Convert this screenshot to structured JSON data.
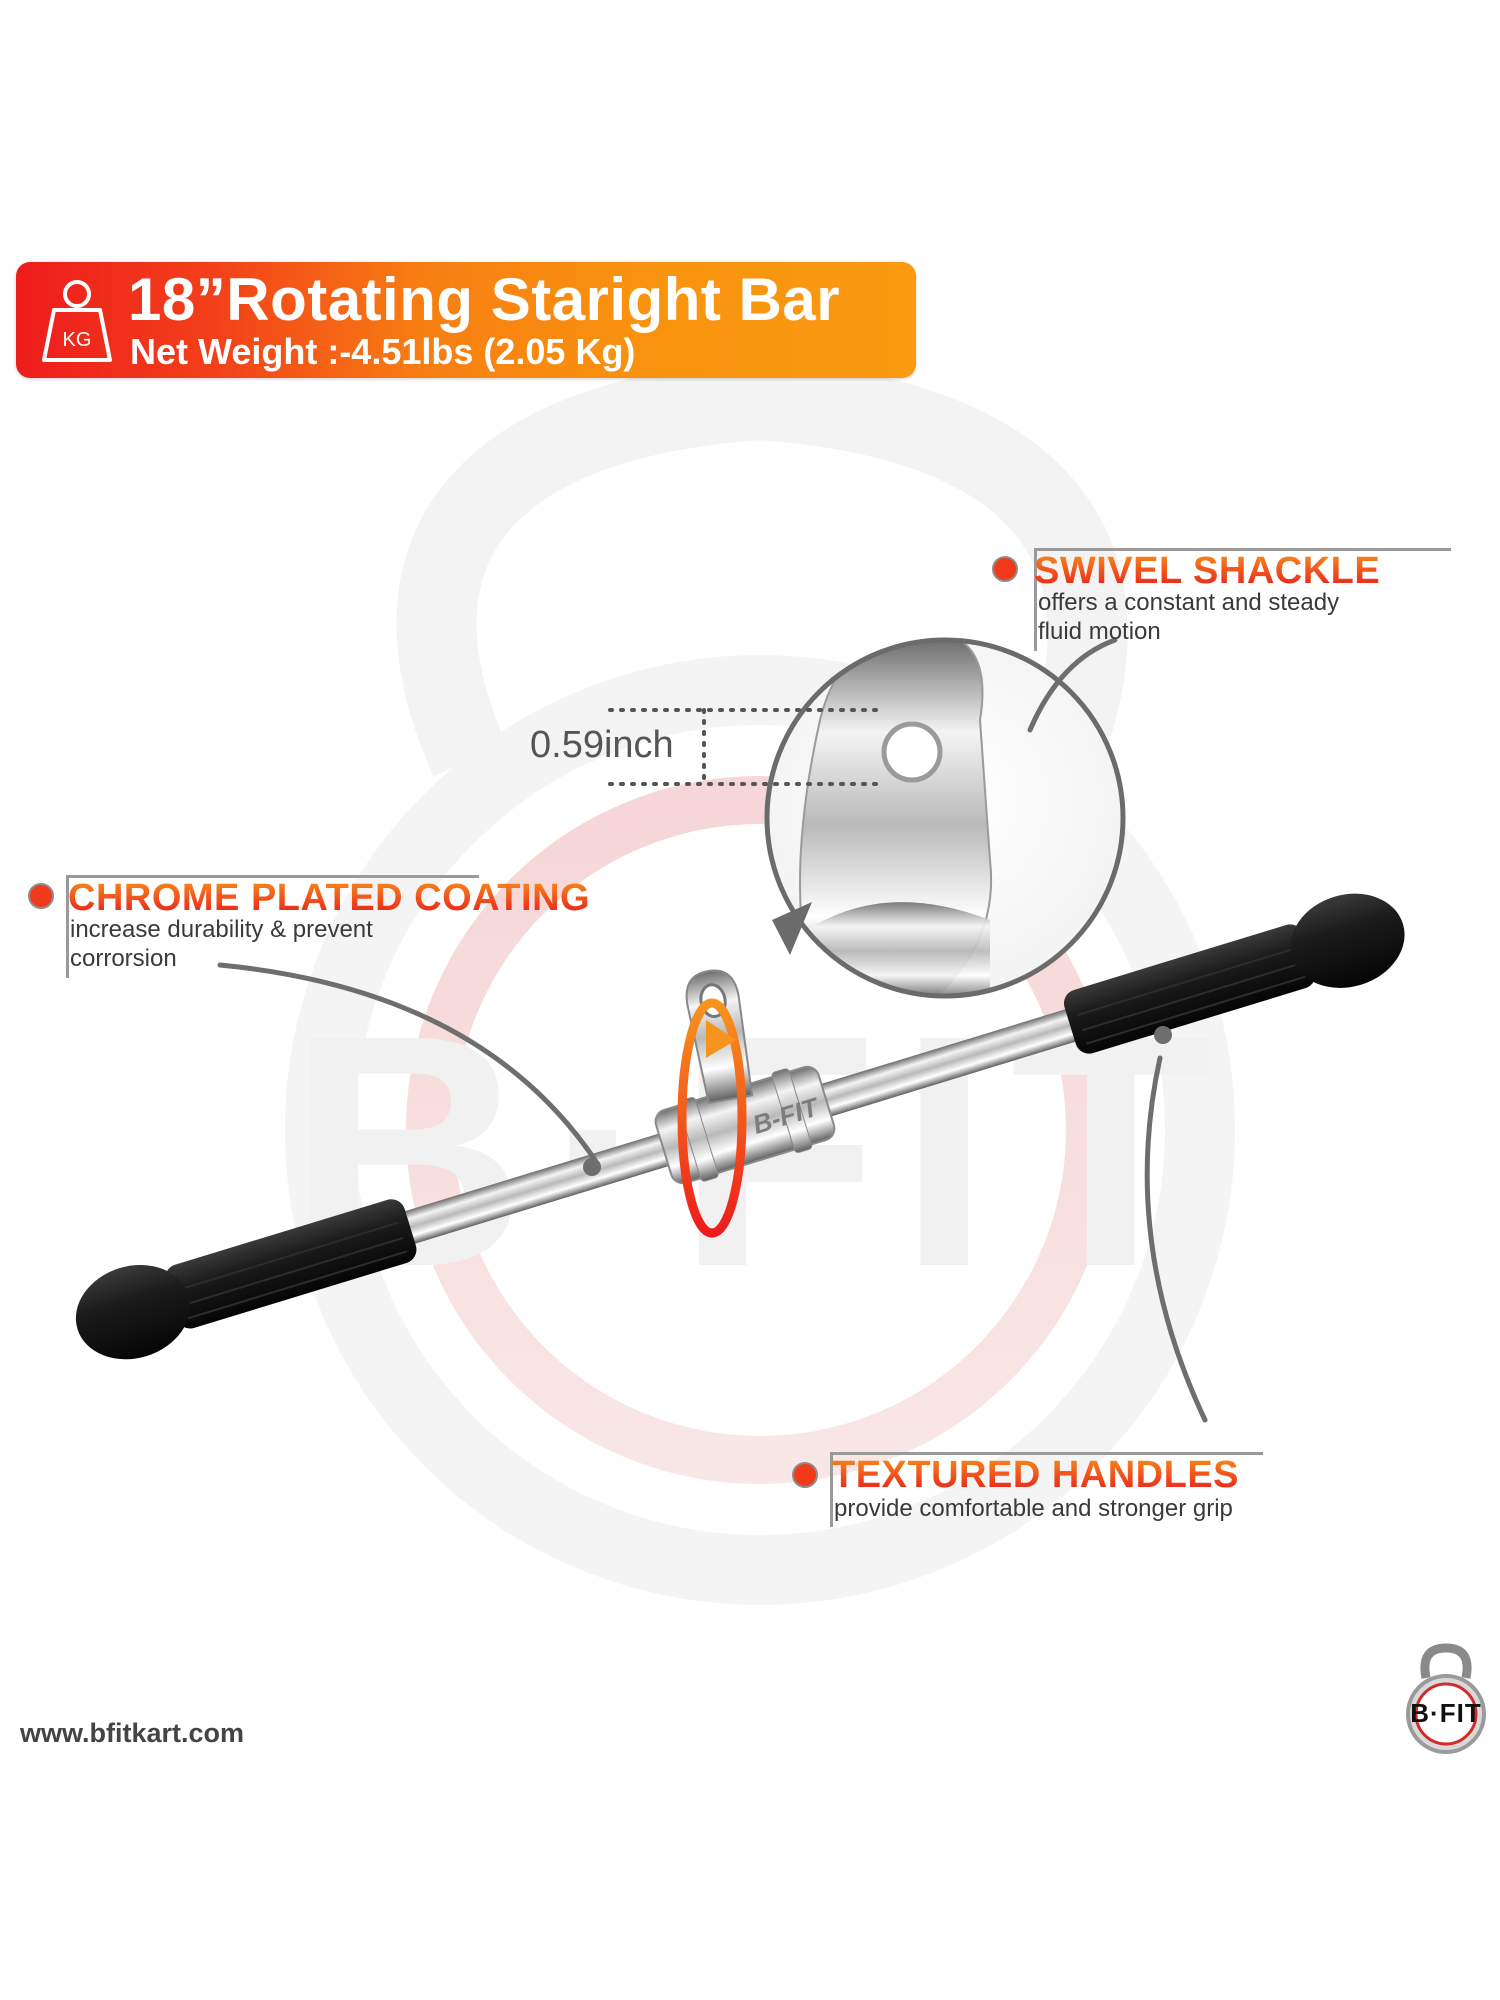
{
  "banner": {
    "icon": "kettlebell-weight-icon",
    "icon_label": "KG",
    "title": "18”Rotating Staright Bar",
    "subtitle": "Net Weight :-4.51lbs (2.05 Kg)",
    "gradient_start": "#ee1c1c",
    "gradient_end": "#f99a10"
  },
  "callouts": [
    {
      "id": "swivel-shackle",
      "title": "SWIVEL SHACKLE",
      "desc_lines": [
        "offers a constant and steady",
        "fluid motion"
      ]
    },
    {
      "id": "chrome-plated-coating",
      "title": "CHROME PLATED COATING",
      "desc_lines": [
        "increase durability & prevent",
        "corrorsion"
      ]
    },
    {
      "id": "textured-handles",
      "title": "TEXTURED HANDLES",
      "desc_lines": [
        "provide comfortable and stronger grip"
      ]
    }
  ],
  "dimension": {
    "label": "0.59inch"
  },
  "product": {
    "engraving": "B-FIT",
    "rotation_arrow_colors": [
      "#f7941d",
      "#ee1c1c"
    ]
  },
  "watermark": {
    "text": "B·FIT"
  },
  "footer": {
    "url": "www.bfitkart.com",
    "logo_text": "B·FIT"
  },
  "colors": {
    "accent_red": "#f03a1a",
    "accent_orange": "#f7941d",
    "line_gray": "#9a9a9a",
    "text_dark": "#3a3a3a"
  }
}
